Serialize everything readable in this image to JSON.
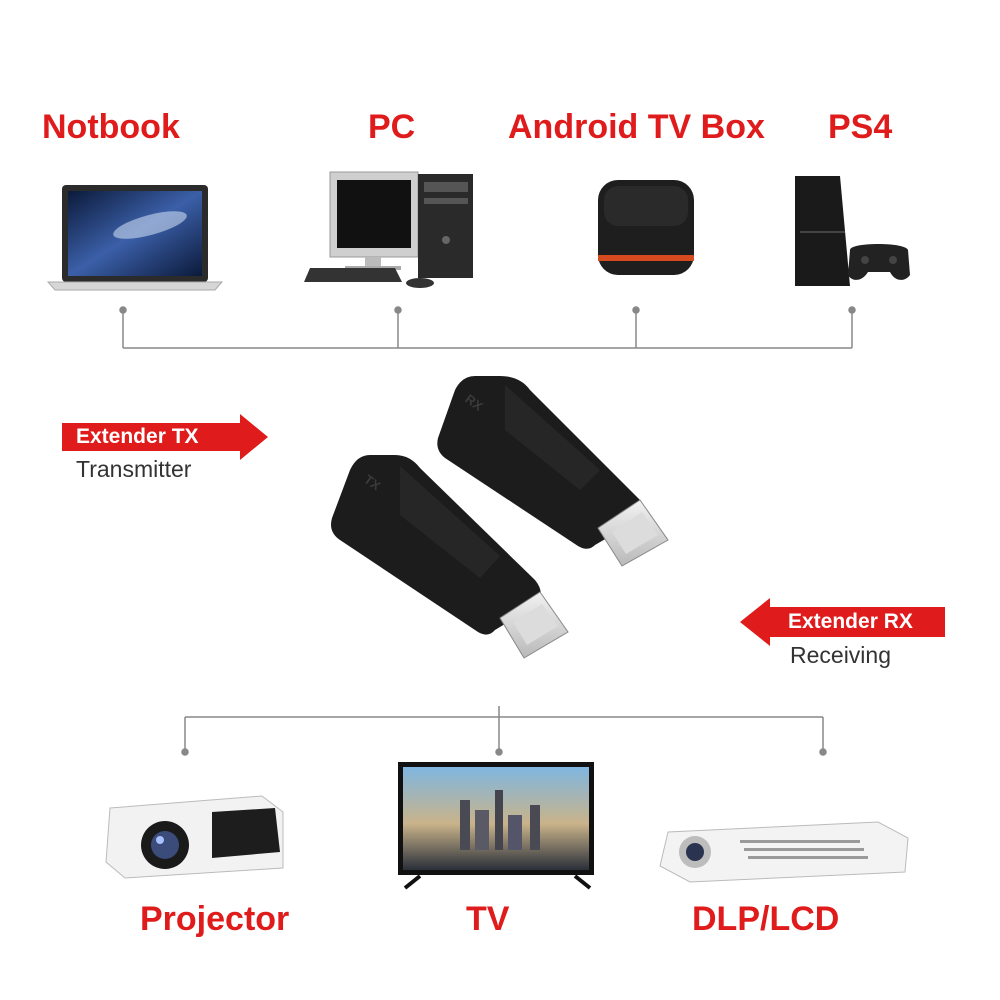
{
  "sources": {
    "notebook_label": "Notbook",
    "pc_label": "PC",
    "tvbox_label": "Android TV Box",
    "ps4_label": "PS4"
  },
  "tx": {
    "title": "Extender TX",
    "subtitle": "Transmitter",
    "device_label": "TX"
  },
  "rx": {
    "title": "Extender RX",
    "subtitle": "Receiving",
    "device_label": "RX"
  },
  "displays": {
    "projector_label": "Projector",
    "tv_label": "TV",
    "dlp_label": "DLP/LCD"
  },
  "colors": {
    "accent_red": "#e01b1b",
    "connector_line": "#888888",
    "device_black": "#1c1c1c"
  }
}
